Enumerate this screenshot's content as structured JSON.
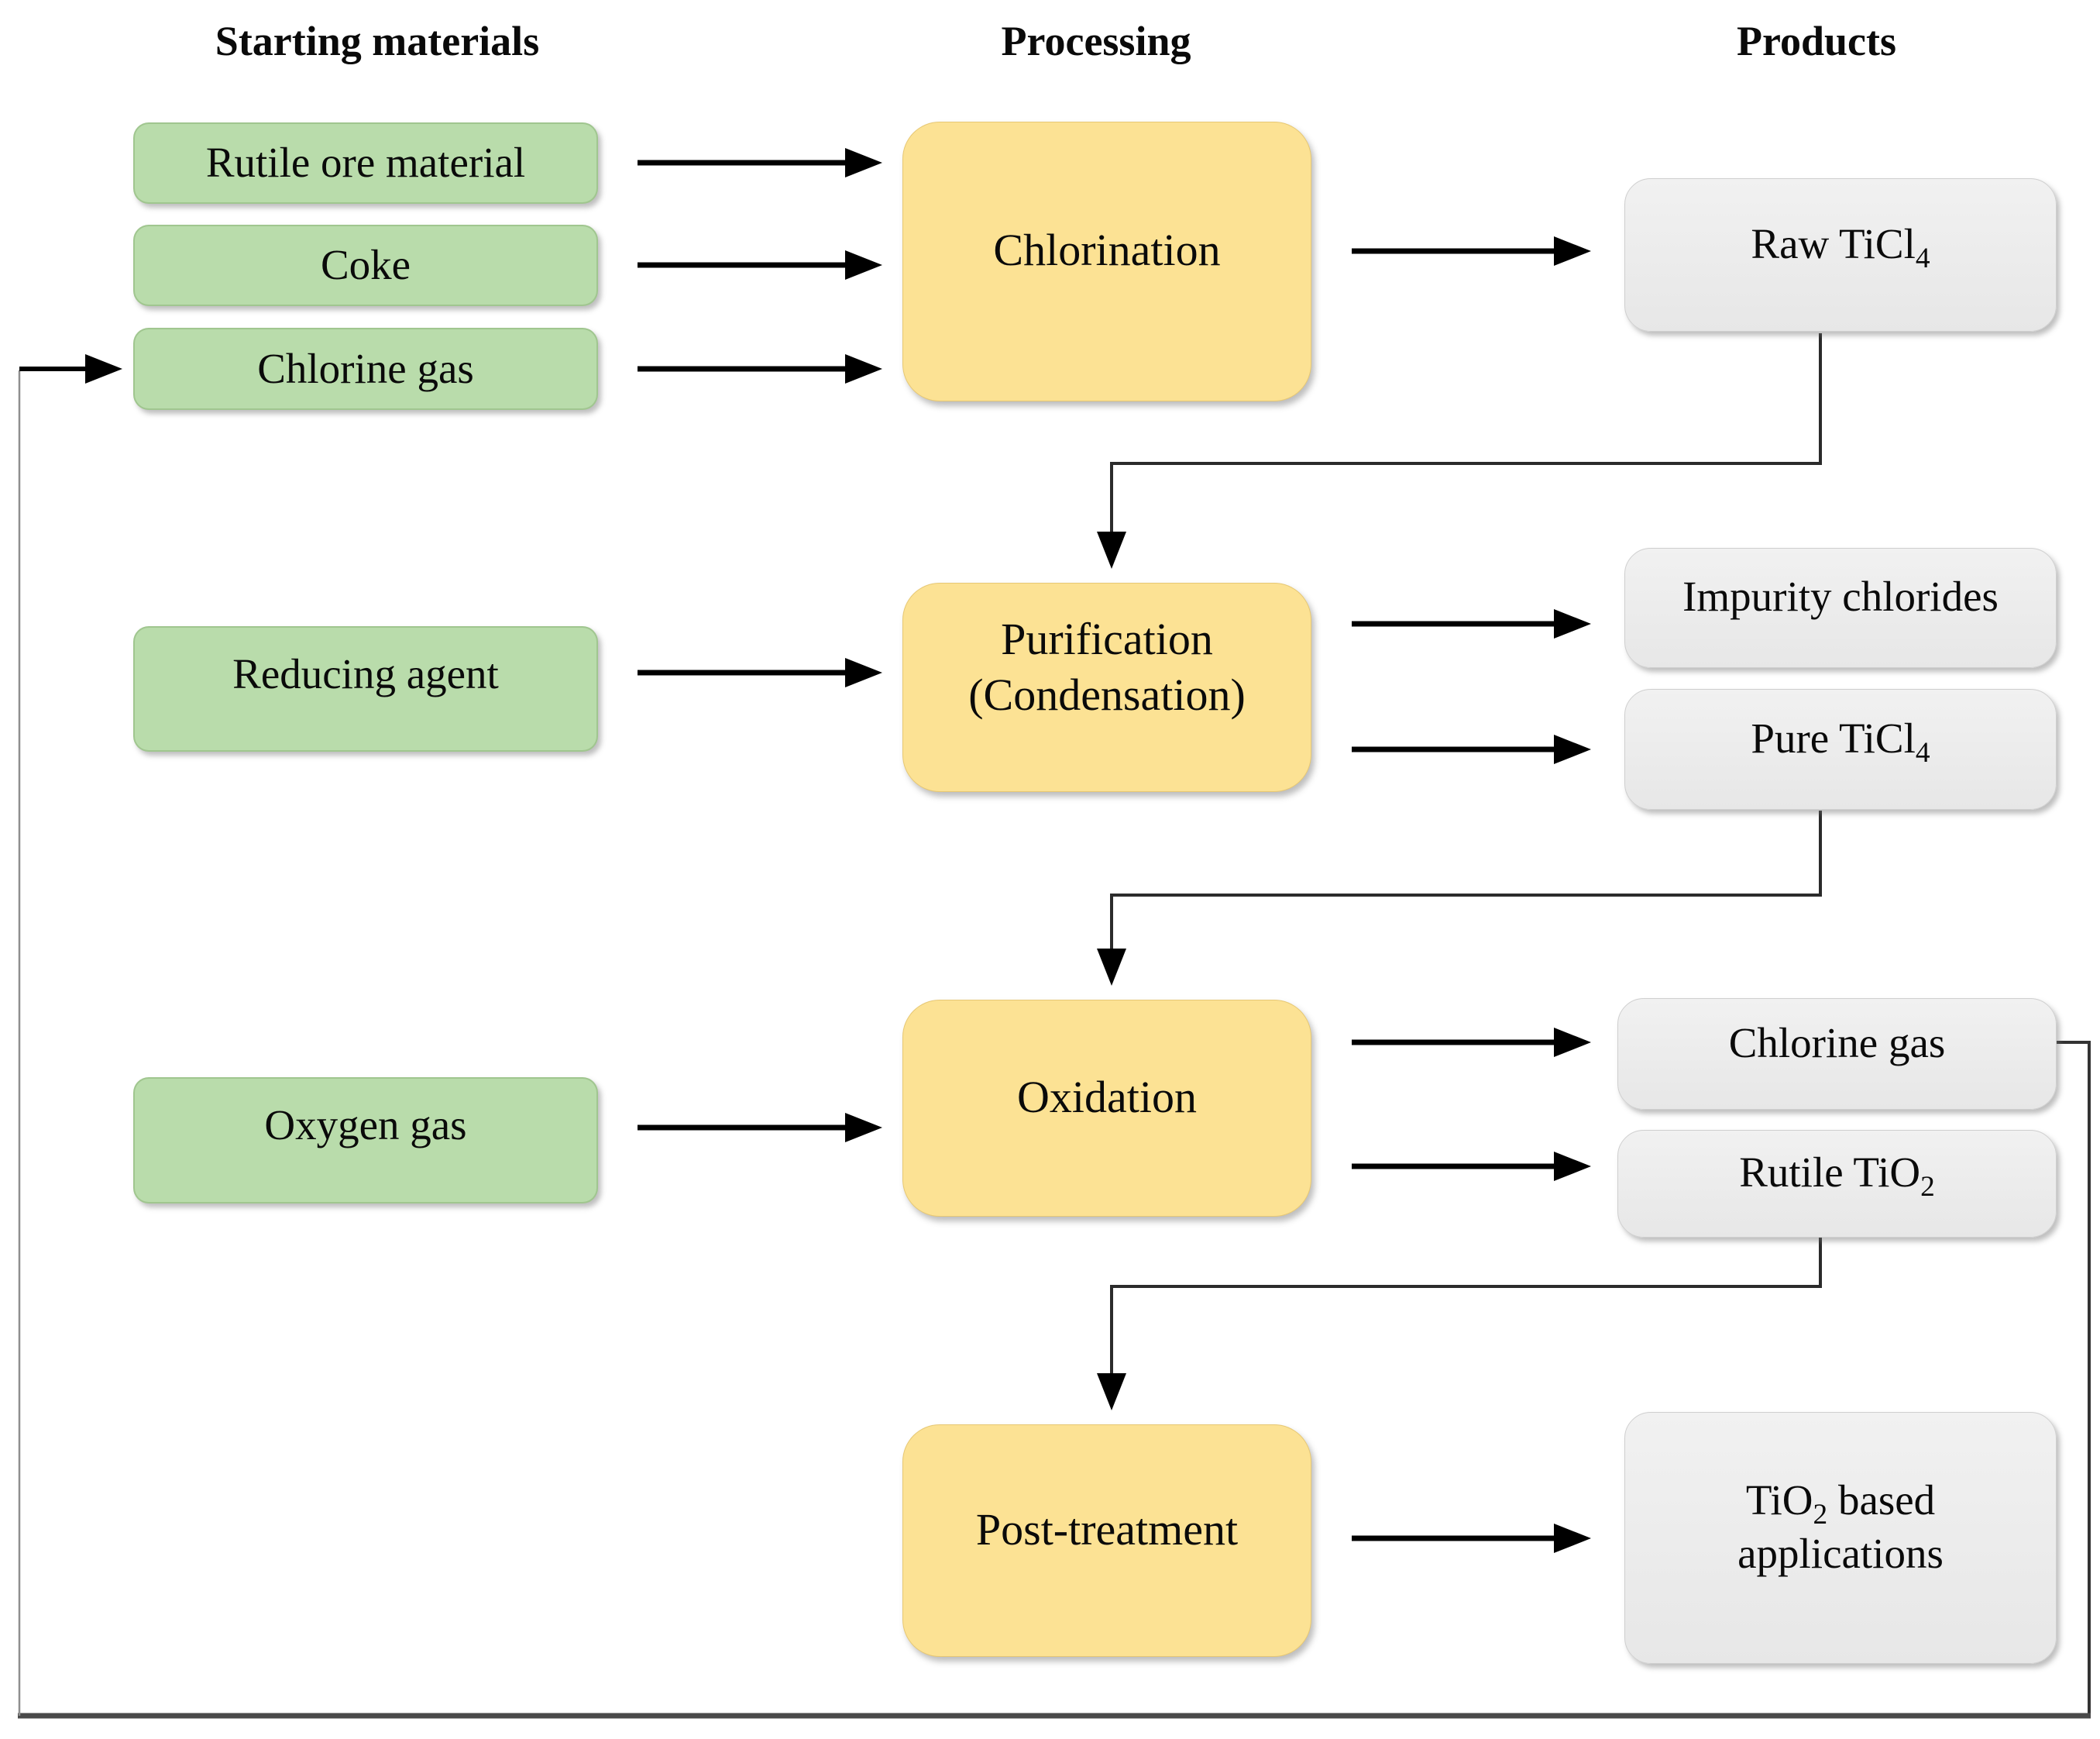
{
  "headers": {
    "starting_materials": "Starting materials",
    "processing": "Processing",
    "products": "Products"
  },
  "nodes": {
    "rutile_ore": {
      "label": "Rutile ore material",
      "category": "starting-material"
    },
    "coke": {
      "label": "Coke",
      "category": "starting-material"
    },
    "chlorine_gas_in": {
      "label": "Chlorine gas",
      "category": "starting-material"
    },
    "reducing_agent": {
      "label": "Reducing agent",
      "category": "starting-material"
    },
    "oxygen_gas": {
      "label": "Oxygen gas",
      "category": "starting-material"
    },
    "chlorination": {
      "label": "Chlorination",
      "category": "processing"
    },
    "purification": {
      "label_parts": [
        {
          "t": "Purification"
        },
        {
          "br": true
        },
        {
          "t": "(Condensation)"
        }
      ],
      "category": "processing"
    },
    "oxidation": {
      "label": "Oxidation",
      "category": "processing"
    },
    "post_treatment": {
      "label": "Post-treatment",
      "category": "processing"
    },
    "raw_ticl4": {
      "label_parts": [
        {
          "t": "Raw TiCl"
        },
        {
          "s": "4"
        }
      ],
      "category": "product"
    },
    "impurity_chlorides": {
      "label": "Impurity chlorides",
      "category": "product"
    },
    "pure_ticl4": {
      "label_parts": [
        {
          "t": "Pure TiCl"
        },
        {
          "s": "4"
        }
      ],
      "category": "product"
    },
    "chlorine_gas_out": {
      "label": "Chlorine gas",
      "category": "product"
    },
    "rutile_tio2": {
      "label_parts": [
        {
          "t": "Rutile TiO"
        },
        {
          "s": "2"
        }
      ],
      "category": "product"
    },
    "tio2_applications": {
      "label_parts": [
        {
          "t": "TiO"
        },
        {
          "s": "2"
        },
        {
          "t": " based"
        },
        {
          "br": true
        },
        {
          "t": "applications"
        }
      ],
      "category": "product"
    }
  },
  "edges": [
    {
      "from": "rutile_ore",
      "to": "chlorination",
      "type": "arrow"
    },
    {
      "from": "coke",
      "to": "chlorination",
      "type": "arrow"
    },
    {
      "from": "chlorine_gas_in",
      "to": "chlorination",
      "type": "arrow"
    },
    {
      "from": "chlorination",
      "to": "raw_ticl4",
      "type": "arrow"
    },
    {
      "from": "raw_ticl4",
      "to": "purification",
      "type": "elbow-arrow"
    },
    {
      "from": "reducing_agent",
      "to": "purification",
      "type": "arrow"
    },
    {
      "from": "purification",
      "to": "impurity_chlorides",
      "type": "arrow"
    },
    {
      "from": "purification",
      "to": "pure_ticl4",
      "type": "arrow"
    },
    {
      "from": "pure_ticl4",
      "to": "oxidation",
      "type": "elbow-arrow"
    },
    {
      "from": "oxygen_gas",
      "to": "oxidation",
      "type": "arrow"
    },
    {
      "from": "oxidation",
      "to": "chlorine_gas_out",
      "type": "arrow"
    },
    {
      "from": "oxidation",
      "to": "rutile_tio2",
      "type": "arrow"
    },
    {
      "from": "rutile_tio2",
      "to": "post_treatment",
      "type": "elbow-arrow"
    },
    {
      "from": "post_treatment",
      "to": "tio2_applications",
      "type": "arrow"
    },
    {
      "from": "chlorine_gas_out",
      "to": "chlorine_gas_in",
      "type": "recycle-loop"
    }
  ],
  "colors": {
    "starting_material_fill": "#b9dcab",
    "processing_fill": "#fce294",
    "product_fill": "#ebebeb",
    "arrow": "#000000",
    "connector": "#333333",
    "text": "#0a0a0a",
    "background": "#ffffff"
  }
}
